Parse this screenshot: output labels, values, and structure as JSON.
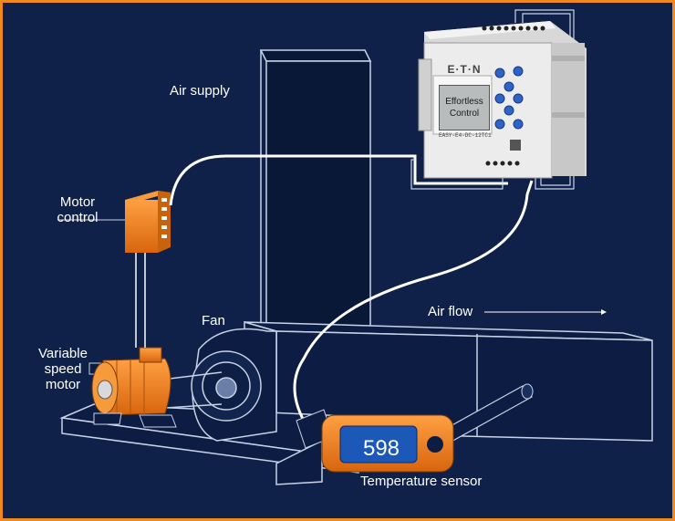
{
  "labels": {
    "air_supply": "Air supply",
    "motor_control": "Motor control",
    "fan": "Fan",
    "variable_speed_motor": "Variable speed motor",
    "air_flow": "Air flow",
    "temperature_sensor": "Temperature sensor"
  },
  "controller": {
    "brand": "E·T·N",
    "display_line1": "Effortless",
    "display_line2": "Control",
    "model": "EASY-E4-DC-12TC1"
  },
  "sensor": {
    "reading": "598"
  },
  "colors": {
    "background": "#0f2148",
    "frame": "#f08a1c",
    "outline": "#c9d3e6",
    "accent_orange": "#f47e1c",
    "sensor_blue": "#1c58b8",
    "controller_body": "#ececec",
    "button_blue": "#2e63c8"
  }
}
